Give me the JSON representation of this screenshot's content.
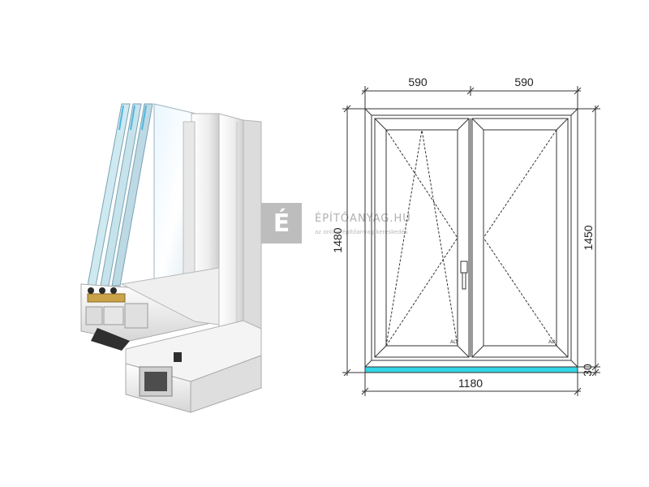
{
  "dimensions": {
    "top_left_width": "590",
    "top_right_width": "590",
    "total_width": "1180",
    "total_height": "1480",
    "frame_height": "1450",
    "sill_height": "30"
  },
  "watermark": {
    "logo_letter": "É",
    "title": "ÉPÍTŐANYAG.HU",
    "subtitle": "az online építőanyag kereskedés"
  },
  "sash_marks": {
    "left": "AΩ",
    "right": "AΩ"
  },
  "colors": {
    "frame_stroke": "#333333",
    "sill": "#33d6e6",
    "glass_tint": "#d9f2ff",
    "watermark": "#9a9a9a",
    "pvc": "#f2f2f2",
    "pvc_shadow": "#c9c9c9",
    "gasket": "#2b2b2b"
  }
}
